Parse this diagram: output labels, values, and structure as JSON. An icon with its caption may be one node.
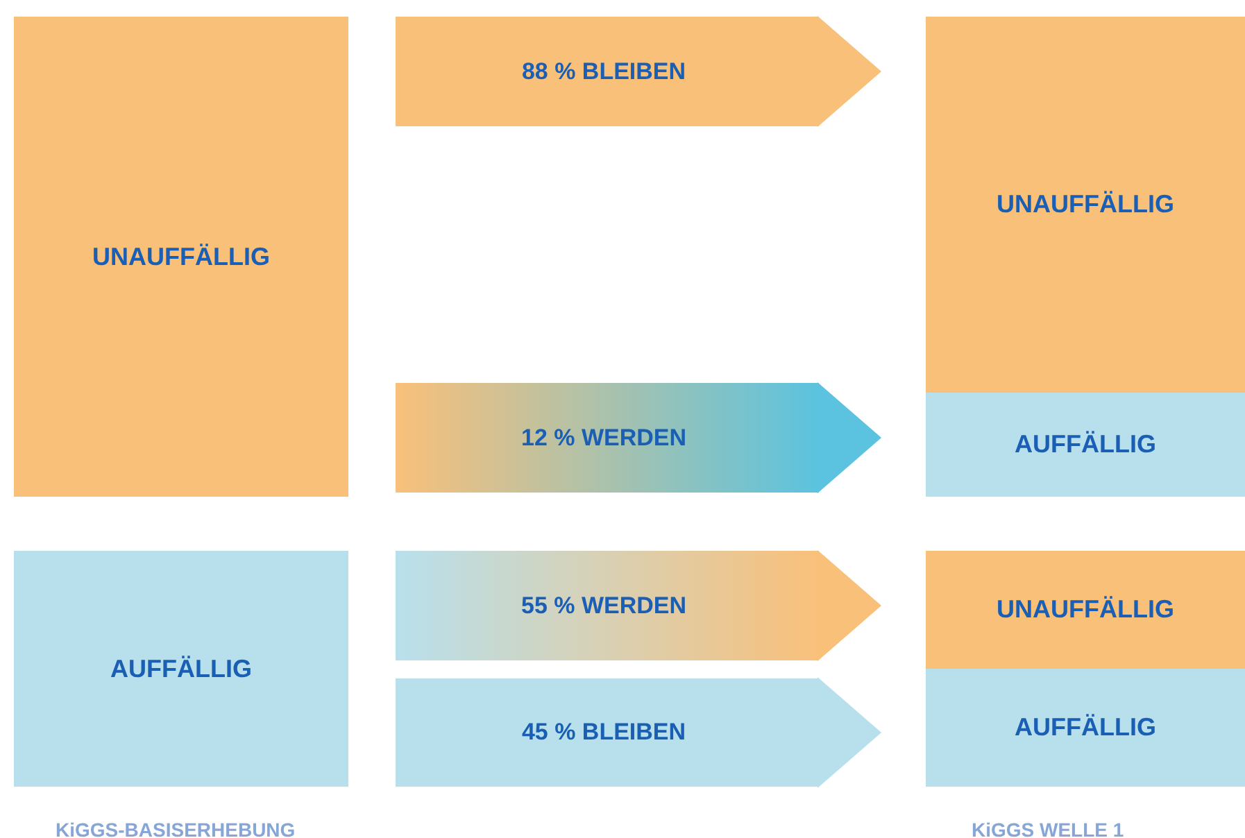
{
  "diagram": {
    "nodes": [
      {
        "text": [
          "UNAUFFÄLLIG"
        ]
      },
      {
        "text": [
          "AUFFÄLLIG"
        ]
      },
      {
        "text": [
          "UNAUFFÄLLIG"
        ]
      },
      {
        "text": [
          "AUFFÄLLIG"
        ]
      },
      {
        "text": [
          "UNAUFFÄLLIG"
        ]
      },
      {
        "text": [
          "AUFFÄLLIG"
        ]
      }
    ],
    "edges": [
      {
        "from": 0,
        "to": 2,
        "arrow": "to",
        "label": "88 % BLEIBEN",
        "style": "thick"
      },
      {
        "from": 0,
        "to": 3,
        "arrow": "to",
        "label": "12 % WERDEN",
        "style": "thick",
        "color": "#5bc3df"
      },
      {
        "from": 1,
        "to": 4,
        "arrow": "to",
        "label": "55 % WERDEN",
        "style": "thick"
      },
      {
        "from": 1,
        "to": 5,
        "arrow": "to",
        "label": "45 % BLEIBEN",
        "style": "thick"
      }
    ],
    "labels": [
      "KiGGS-BASISERHEBUNG",
      "KiGGS WELLE 1"
    ]
  }
}
